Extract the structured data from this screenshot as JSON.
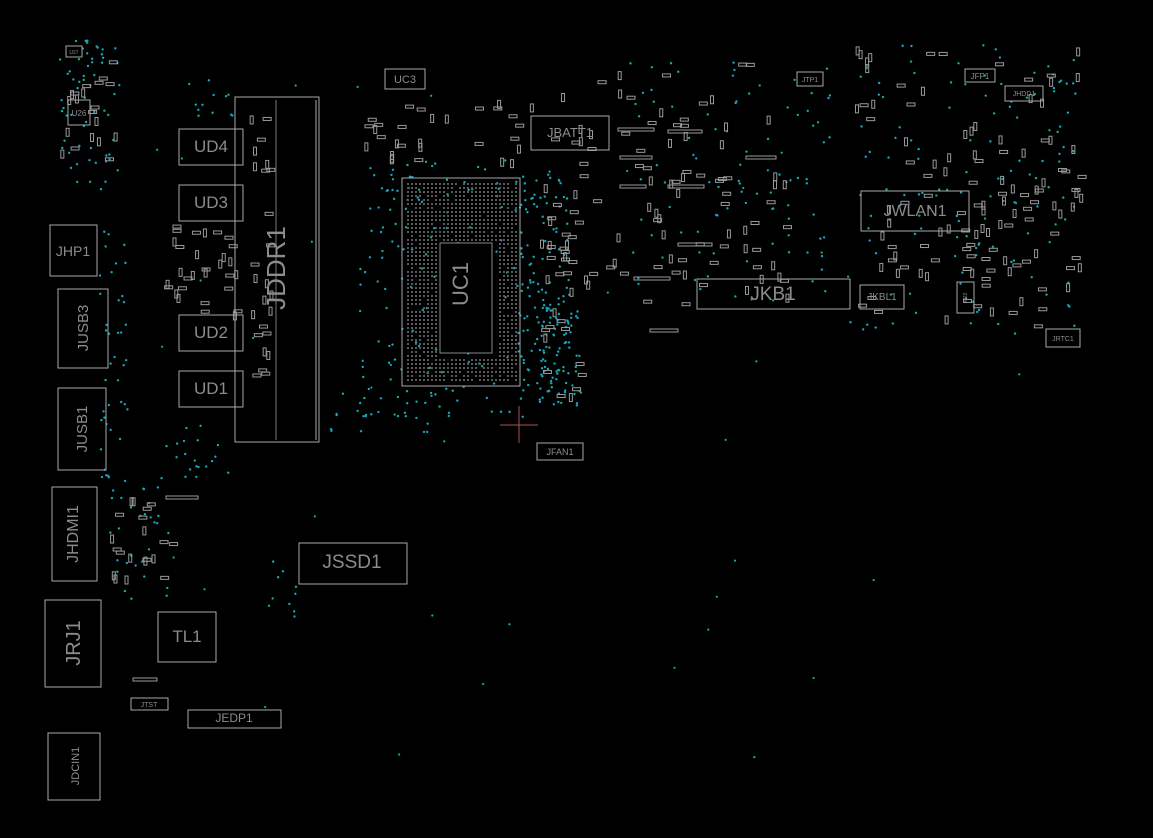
{
  "colors": {
    "background": "#000000",
    "outline": "#a8a8a8",
    "label": "#8c8c8c",
    "via": "#17a7b8",
    "cursor": "#b05050"
  },
  "components": {
    "jddr1": "JDDR1",
    "ud1": "UD1",
    "ud2": "UD2",
    "ud3": "UD3",
    "ud4": "UD4",
    "uc1": "UC1",
    "uc3": "UC3",
    "jbatt1": "JBATT1",
    "jfan1": "JFAN1",
    "jkb1": "JKB1",
    "jkbl1": "JKBL1",
    "jwlan1": "JWLAN1",
    "jtp1": "JTP1",
    "jfp1": "JFP1",
    "jhdd1": "JHDD1",
    "jrtc1": "JRTC1",
    "jhp1": "JHP1",
    "jusb3": "JUSB3",
    "jusb1": "JUSB1",
    "jhdmi1": "JHDMI1",
    "jrj1": "JRJ1",
    "tl1": "TL1",
    "jssd1": "JSSD1",
    "jedp1": "JEDP1",
    "jtst": "JTST",
    "jdcin1": "JDCIN1",
    "u26": "U26",
    "u27": "U27",
    "jio": "JIO2"
  }
}
